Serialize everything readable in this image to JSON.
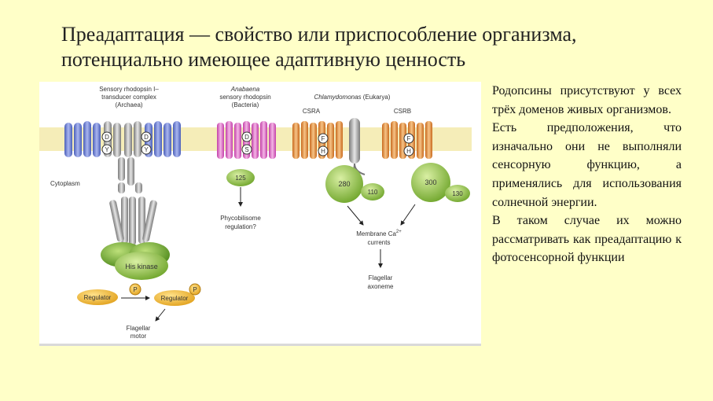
{
  "slide": {
    "title_line1": "Преадаптация — свойство или приспособление организма,",
    "title_line2": "потенциально имеющее адаптивную ценность",
    "paragraphs": [
      "Родопсины присутствуют у всех трёх доменов живых организмов.",
      "Есть предположения, что изначально они не выполняли сенсорную функцию, а применялись для использования солнечной энергии.",
      "В таком случае их можно рассматривать как преадаптацию к фотосенсорной функции"
    ]
  },
  "figure": {
    "archaea_label_1": "Sensory rhodopsin I–",
    "archaea_label_2": "transducer complex",
    "archaea_label_3": "(Archaea)",
    "anabaena_label_1": "Anabaena",
    "anabaena_label_2": "sensory rhodopsin",
    "anabaena_label_3": "(Bacteria)",
    "chlamy_label_1": "Chlamydomonas",
    "chlamy_label_2": " (Eukarya)",
    "csra": "CSRA",
    "csrb": "CSRB",
    "cytoplasm": "Cytoplasm",
    "letter_d": "D",
    "letter_y": "Y",
    "letter_s": "S",
    "letter_f": "F",
    "letter_h": "H",
    "domain_125": "125",
    "domain_280": "280",
    "domain_110": "110",
    "domain_300": "300",
    "domain_130": "130",
    "his_kinase": "His kinase",
    "regulator": "Regulator",
    "phosphate": "P",
    "flagellar_motor_1": "Flagellar",
    "flagellar_motor_2": "motor",
    "phyco_1": "Phycobilisome",
    "phyco_2": "regulation?",
    "membrane_ca_1": "Membrane Ca",
    "membrane_ca_sup": "2+",
    "membrane_ca_2": "currents",
    "axoneme_1": "Flagellar",
    "axoneme_2": "axoneme"
  }
}
